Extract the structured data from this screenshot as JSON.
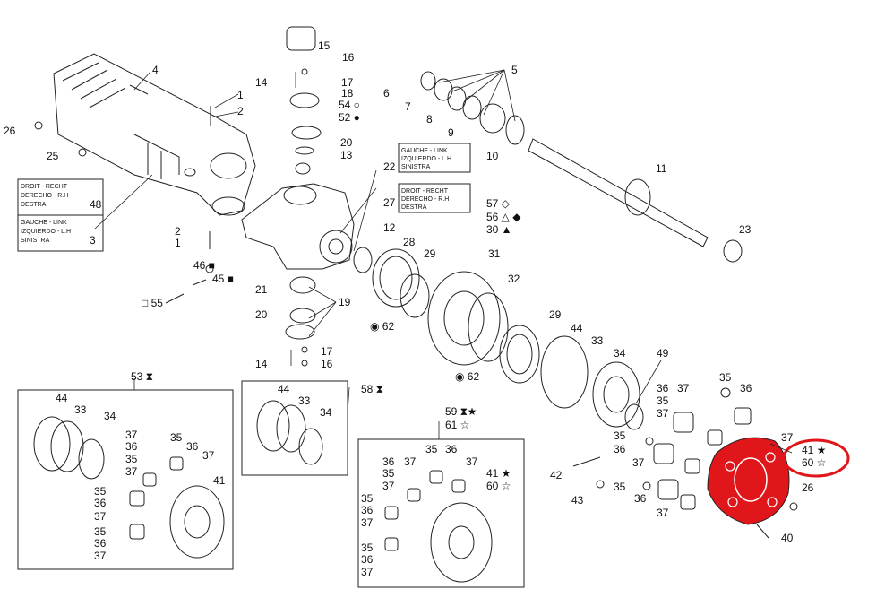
{
  "diagram": {
    "note_boxes": {
      "right": "DROIT - RECHT\nDERECHO - R.H\nDESTRA",
      "left": "GAUCHE - LINK\nIZQUIERDO - L.H\nSINISTRA",
      "left_top": "GAUCHE - LINK\nIZQUIERDO - L.H\nSINISTRA",
      "right_top": "DROIT - RECHT\nDERECHO - R.H\nDESTRA"
    },
    "callouts": [
      "1",
      "2",
      "3",
      "4",
      "5",
      "6",
      "7",
      "8",
      "9",
      "10",
      "11",
      "12",
      "13",
      "14",
      "15",
      "16",
      "17",
      "18",
      "19",
      "20",
      "21",
      "22",
      "23",
      "25",
      "26",
      "27",
      "28",
      "29",
      "30",
      "31",
      "32",
      "33",
      "34",
      "35",
      "36",
      "37",
      "40",
      "41",
      "42",
      "43",
      "44",
      "45",
      "46",
      "48",
      "49",
      "52",
      "53",
      "54",
      "55",
      "56",
      "57",
      "58",
      "59",
      "60",
      "61",
      "62"
    ],
    "highlight": {
      "color": "#e0161b",
      "parts": [
        "41",
        "60"
      ]
    },
    "symbols": {
      "star_filled": "★",
      "star_open": "☆",
      "square_filled": "■",
      "square_open": "□",
      "circle_filled": "●",
      "circle_open": "○",
      "diamond_filled": "◆",
      "diamond_open": "◇",
      "triangle_filled": "▲",
      "triangle_open": "△",
      "hourglass": "⧗",
      "circled_dot": "◉"
    }
  }
}
